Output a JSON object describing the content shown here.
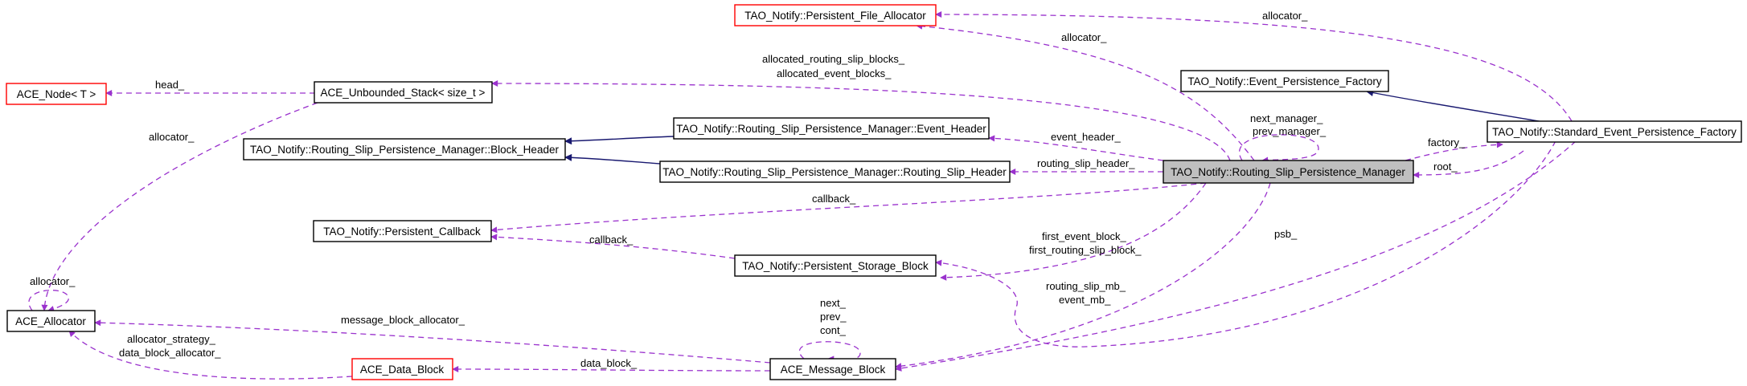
{
  "colors": {
    "usage_edge": "#9a32cd",
    "inherit_edge": "#191970",
    "node_border": "#000000",
    "incomplete_node_border": "#ff0000",
    "focus_fill": "#bfbfbf"
  },
  "nodes": {
    "persistent_file_allocator": "TAO_Notify::Persistent_File_Allocator",
    "ace_node": "ACE_Node< T >",
    "unbounded_stack": "ACE_Unbounded_Stack< size_t >",
    "event_persistence_factory": "TAO_Notify::Event_Persistence_Factory",
    "event_header": "TAO_Notify::Routing_Slip_Persistence_Manager::Event_Header",
    "block_header": "TAO_Notify::Routing_Slip_Persistence_Manager::Block_Header",
    "routing_slip_header": "TAO_Notify::Routing_Slip_Persistence_Manager::Routing_Slip_Header",
    "manager": "TAO_Notify::Routing_Slip_Persistence_Manager",
    "standard_factory": "TAO_Notify::Standard_Event_Persistence_Factory",
    "persistent_callback": "TAO_Notify::Persistent_Callback",
    "persistent_storage_block": "TAO_Notify::Persistent_Storage_Block",
    "ace_allocator": "ACE_Allocator",
    "ace_data_block": "ACE_Data_Block",
    "ace_message_block": "ACE_Message_Block"
  },
  "edge_labels": {
    "allocator_top": "allocator_",
    "allocator_mid": "allocator_",
    "head": "head_",
    "allocated_routing_slip_blocks": "allocated_routing_slip_blocks_",
    "allocated_event_blocks": "allocated_event_blocks_",
    "next_manager": "next_manager_",
    "prev_manager": "prev_manager_",
    "allocator_left": "allocator_",
    "event_header": "event_header_",
    "factory": "factory_",
    "routing_slip_header": "routing_slip_header_",
    "root": "root_",
    "callback_top": "callback_",
    "callback_bottom": "callback_",
    "first_event_block": "first_event_block_",
    "first_routing_slip_block": "first_routing_slip_block_",
    "psb": "psb_",
    "allocator_self": "allocator_",
    "routing_slip_mb": "routing_slip_mb_",
    "event_mb": "event_mb_",
    "next": "next_",
    "prev": "prev_",
    "cont": "cont_",
    "message_block_allocator": "message_block_allocator_",
    "allocator_strategy": "allocator_strategy_",
    "data_block_allocator": "data_block_allocator_",
    "data_block": "data_block_"
  }
}
